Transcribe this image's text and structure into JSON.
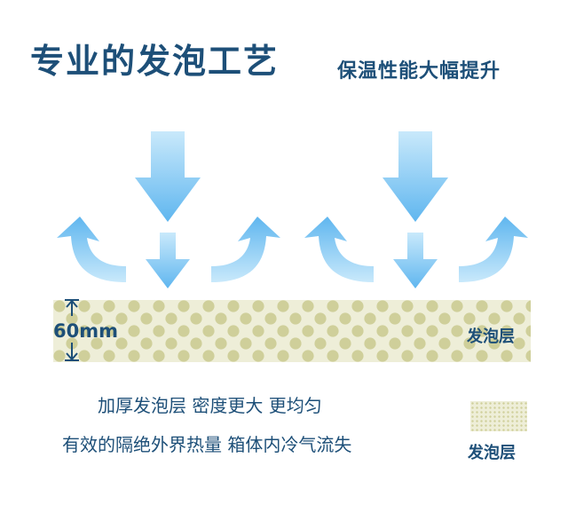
{
  "header": {
    "title": "专业的发泡工艺",
    "subtitle": "保温性能大幅提升"
  },
  "diagram": {
    "thickness_label": "60mm",
    "foam_layer_label": "发泡层"
  },
  "description": {
    "line1": "加厚发泡层 密度更大 更均匀",
    "line2": "有效的隔绝外界热量 箱体内冷气流失"
  },
  "legend": {
    "label": "发泡层"
  },
  "colors": {
    "text": "#1d4f78",
    "arrow_top": "#c9e9fb",
    "arrow_bottom": "#5fb6ef",
    "foam_fill": "#eeeed8",
    "foam_dot": "#cfcf9a"
  }
}
